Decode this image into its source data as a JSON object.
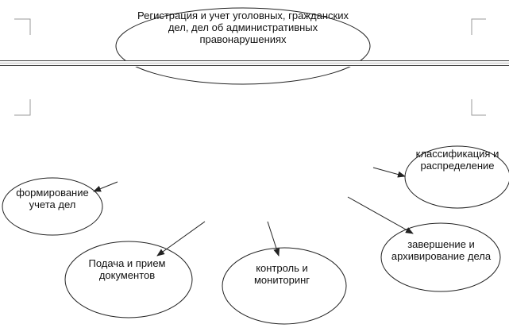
{
  "colors": {
    "line": "#222222",
    "page_gap": "#cfcfcf",
    "corner_mark": "#9a9a9a",
    "background": "#ffffff"
  },
  "diagram": {
    "title": [
      "Регистрация и учет уголовных, гражданских",
      "дел, дел об административных",
      "правонарушениях"
    ],
    "nodes": {
      "classification": [
        "классификация и",
        "распределение"
      ],
      "formation": [
        "формирование",
        "учета дел"
      ],
      "completion": [
        "завершение и",
        "архивирование дела"
      ],
      "submission": [
        "Подача и прием",
        "документов"
      ],
      "control": [
        "контроль и",
        "мониторинг"
      ]
    }
  }
}
